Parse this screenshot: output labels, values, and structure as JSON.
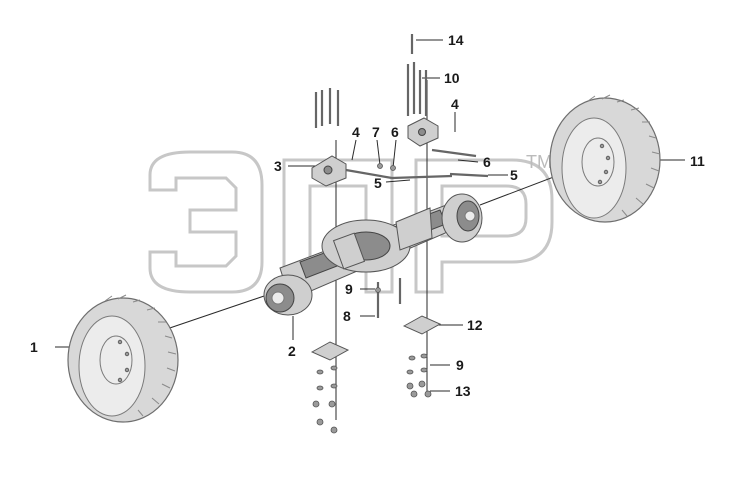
{
  "watermark": {
    "logo_text": "ЭПР",
    "trademark": "TM"
  },
  "callouts": {
    "c1": "1",
    "c2": "2",
    "c3": "3",
    "c4a": "4",
    "c4b": "4",
    "c5a": "5",
    "c5b": "5",
    "c6a": "6",
    "c6b": "6",
    "c7": "7",
    "c8": "8",
    "c9a": "9",
    "c9b": "9",
    "c10": "10",
    "c11": "11",
    "c12": "12",
    "c13": "13",
    "c14": "14"
  }
}
